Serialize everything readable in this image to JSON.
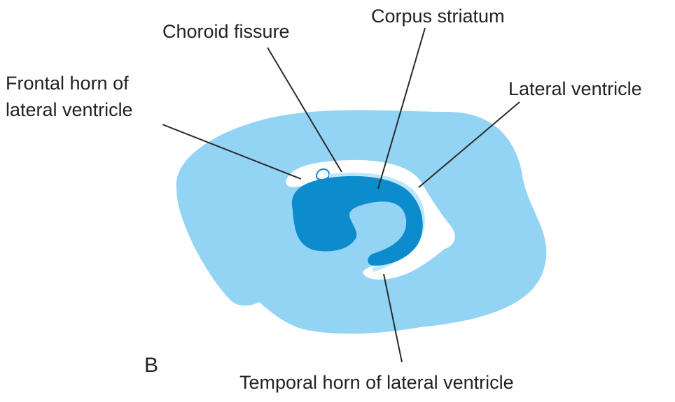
{
  "panel_letter": "B",
  "labels": {
    "choroid_fissure": "Choroid fissure",
    "corpus_striatum": "Corpus striatum",
    "frontal_horn_line1": "Frontal horn of",
    "frontal_horn_line2": "lateral ventricle",
    "lateral_ventricle": "Lateral ventricle",
    "temporal_horn": "Temporal horn of lateral ventricle"
  },
  "colors": {
    "hemisphere": "#93d3f3",
    "ventricle": "#ffffff",
    "corpus_striatum": "#0c8ccc",
    "outline": "#2a2a2a"
  }
}
